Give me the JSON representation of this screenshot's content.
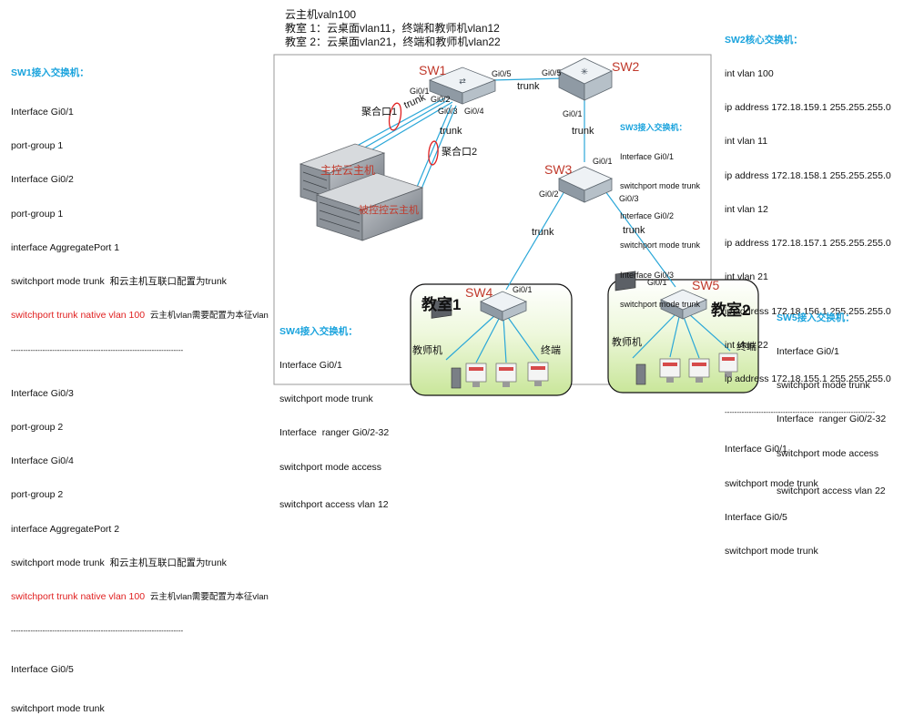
{
  "top_info": {
    "line1": "云主机valn100",
    "line2": "教室 1：云桌面vlan11，终端和教师机vlan12",
    "line3": "教室 2：云桌面vlan21，终端和教师机vlan22"
  },
  "sw1_config": {
    "title": "SW1接入交换机：",
    "block1": [
      "Interface Gi0/1",
      "port-group 1",
      "Interface Gi0/2",
      "port-group 1",
      "interface AggregatePort 1"
    ],
    "trunk1": "switchport mode trunk",
    "trunk1_note": "和云主机互联口配置为trunk",
    "native1": "switchport trunk native vlan 100",
    "native1_note": "云主机vlan需要配置为本征vlan",
    "sep1": "-----------------------------------------------------------------------",
    "block2": [
      "Interface Gi0/3",
      "port-group 2",
      "Interface Gi0/4",
      "port-group 2",
      "interface AggregatePort 2"
    ],
    "trunk2": "switchport mode trunk",
    "trunk2_note": "和云主机互联口配置为trunk",
    "native2": "switchport trunk native vlan 100",
    "native2_note": "云主机vlan需要配置为本征vlan",
    "sep2": "-----------------------------------------------------------------------",
    "block3": [
      "Interface Gi0/5",
      "switchport mode trunk"
    ]
  },
  "sw2_config": {
    "title": "SW2核心交换机：",
    "lines": [
      "int vlan 100",
      "ip address 172.18.159.1 255.255.255.0",
      "int vlan 11",
      "ip address 172.18.158.1 255.255.255.0",
      "int vlan 12",
      "ip address 172.18.157.1 255.255.255.0",
      "int vlan 21",
      "ip address 172.18.156.1 255.255.255.0",
      "int vlan 22",
      "ip address 172.18.155.1 255.255.255.0"
    ],
    "sep": "--------------------------------------------------------------",
    "lines2": [
      "Interface Gi0/1",
      "switchport mode trunk",
      "Interface Gi0/5",
      "switchport mode trunk"
    ]
  },
  "sw3_config": {
    "title": "SW3接入交换机：",
    "lines": [
      "Interface Gi0/1",
      "switchport mode trunk",
      "Interface Gi0/2",
      "switchport mode trunk",
      "Interface Gi0/3",
      "switchport mode trunk"
    ]
  },
  "sw4_config": {
    "title": "SW4接入交换机：",
    "lines": [
      "Interface Gi0/1",
      "switchport mode trunk",
      "Interface  ranger Gi0/2-32",
      "switchport mode access",
      "switchport access vlan 12"
    ]
  },
  "sw5_config": {
    "title": "SW5接入交换机：",
    "lines": [
      "Interface Gi0/1",
      "switchport mode trunk",
      "Interface  ranger Gi0/2-32",
      "switchport mode access",
      "switchport access vlan 22"
    ]
  },
  "diagram": {
    "sw1": "SW1",
    "sw2": "SW2",
    "sw3": "SW3",
    "sw4": "SW4",
    "sw5": "SW5",
    "host_main": "主控云主机",
    "host_ctrl": "被控控云主机",
    "agg1": "聚合口1",
    "agg2": "聚合口2",
    "trunk": "trunk",
    "room1": "教室1",
    "room2": "教室2",
    "teacher": "教师机",
    "terminal": "终端",
    "ports": {
      "sw1_gi01": "Gi0/1",
      "sw1_gi02": "Gi0/2",
      "sw1_gi03": "Gi0/3",
      "sw1_gi04": "Gi0/4",
      "sw1_gi05": "Gi0/5",
      "sw2_gi05": "Gi0/5",
      "sw2_gi01": "Gi0/1",
      "sw3_gi01": "Gi0/1",
      "sw3_gi02": "Gi0/2",
      "sw3_gi03": "Gi0/3",
      "sw4_gi01": "Gi0/1",
      "sw5_gi01": "Gi0/1"
    }
  },
  "colors": {
    "heading": "#1aa3dd",
    "switch_name": "#c0392b",
    "link": "#2aa7d8",
    "room_fill": "#cde99a"
  }
}
